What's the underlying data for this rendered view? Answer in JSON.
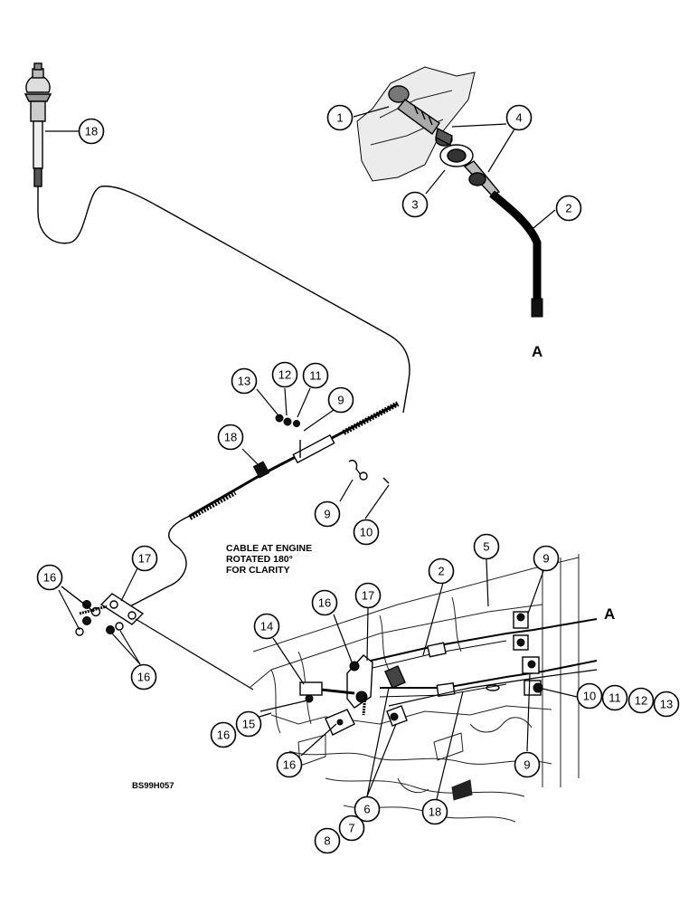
{
  "diagram": {
    "note_lines": [
      "CABLE AT ENGINE",
      "ROTATED 180°",
      "FOR CLARITY"
    ],
    "drawing_code": "BS99H057",
    "connection_label": "A",
    "callouts": [
      {
        "id": "c18a",
        "label": "18"
      },
      {
        "id": "c1",
        "label": "1"
      },
      {
        "id": "c4",
        "label": "4"
      },
      {
        "id": "c3",
        "label": "3"
      },
      {
        "id": "c2a",
        "label": "2"
      },
      {
        "id": "c13a",
        "label": "13"
      },
      {
        "id": "c12a",
        "label": "12"
      },
      {
        "id": "c11a",
        "label": "11"
      },
      {
        "id": "c9a",
        "label": "9"
      },
      {
        "id": "c18b",
        "label": "18"
      },
      {
        "id": "c9b",
        "label": "9"
      },
      {
        "id": "c10a",
        "label": "10"
      },
      {
        "id": "c17a",
        "label": "17"
      },
      {
        "id": "c16a",
        "label": "16"
      },
      {
        "id": "c16b",
        "label": "16"
      },
      {
        "id": "c5",
        "label": "5"
      },
      {
        "id": "c9c",
        "label": "9"
      },
      {
        "id": "c2b",
        "label": "2"
      },
      {
        "id": "c17b",
        "label": "17"
      },
      {
        "id": "c16c",
        "label": "16"
      },
      {
        "id": "c14",
        "label": "14"
      },
      {
        "id": "c15",
        "label": "15"
      },
      {
        "id": "c16d",
        "label": "16"
      },
      {
        "id": "c16e",
        "label": "16"
      },
      {
        "id": "c10b",
        "label": "10"
      },
      {
        "id": "c11b",
        "label": "11"
      },
      {
        "id": "c12b",
        "label": "12"
      },
      {
        "id": "c13b",
        "label": "13"
      },
      {
        "id": "c9d",
        "label": "9"
      },
      {
        "id": "c18c",
        "label": "18"
      },
      {
        "id": "c6",
        "label": "6"
      },
      {
        "id": "c7",
        "label": "7"
      },
      {
        "id": "c8",
        "label": "8"
      }
    ]
  }
}
